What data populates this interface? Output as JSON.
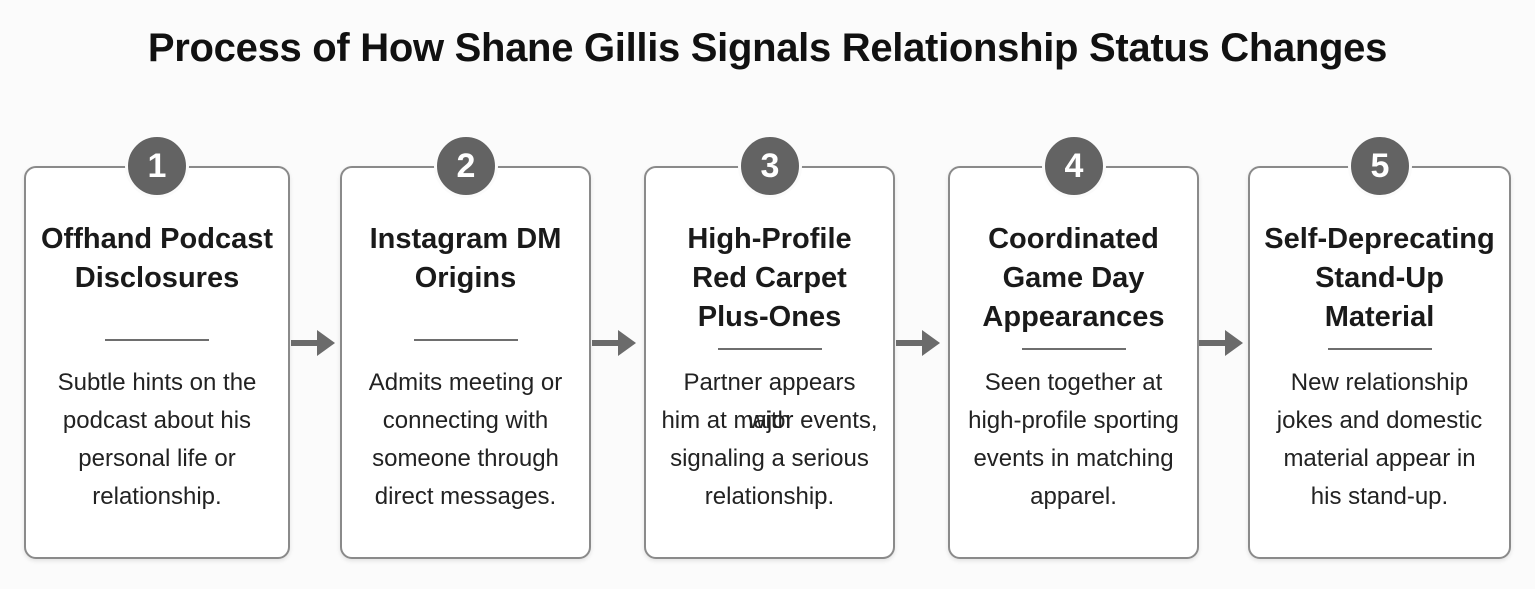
{
  "title": "Process of How Shane Gillis Signals Relationship Status Changes",
  "steps": [
    {
      "number": "1",
      "heading_lines": [
        "Offhand Podcast",
        "Disclosures"
      ],
      "description_lines": [
        "Subtle hints on the",
        "podcast about his",
        "personal life or",
        "relationship."
      ]
    },
    {
      "number": "2",
      "heading_lines": [
        "Instagram DM",
        "Origins"
      ],
      "description_lines": [
        "Admits meeting or",
        "connecting with",
        "someone through",
        "direct messages."
      ]
    },
    {
      "number": "3",
      "heading_lines": [
        "High-Profile",
        "Red Carpet",
        "Plus-Ones"
      ],
      "description_lines": [
        "Partner appears with",
        "him at major events,",
        "signaling a serious",
        "relationship."
      ]
    },
    {
      "number": "4",
      "heading_lines": [
        "Coordinated",
        "Game Day",
        "Appearances"
      ],
      "description_lines": [
        "Seen together at",
        "high-profile sporting",
        "events in matching",
        "apparel."
      ]
    },
    {
      "number": "5",
      "heading_lines": [
        "Self-Deprecating",
        "Stand-Up",
        "Material"
      ],
      "description_lines": [
        "New relationship",
        "jokes and domestic",
        "material appear in",
        "his stand-up."
      ]
    }
  ],
  "colors": {
    "badge": "#636363",
    "card_border": "#8a8a8a",
    "arrow": "#6b6b6b"
  }
}
